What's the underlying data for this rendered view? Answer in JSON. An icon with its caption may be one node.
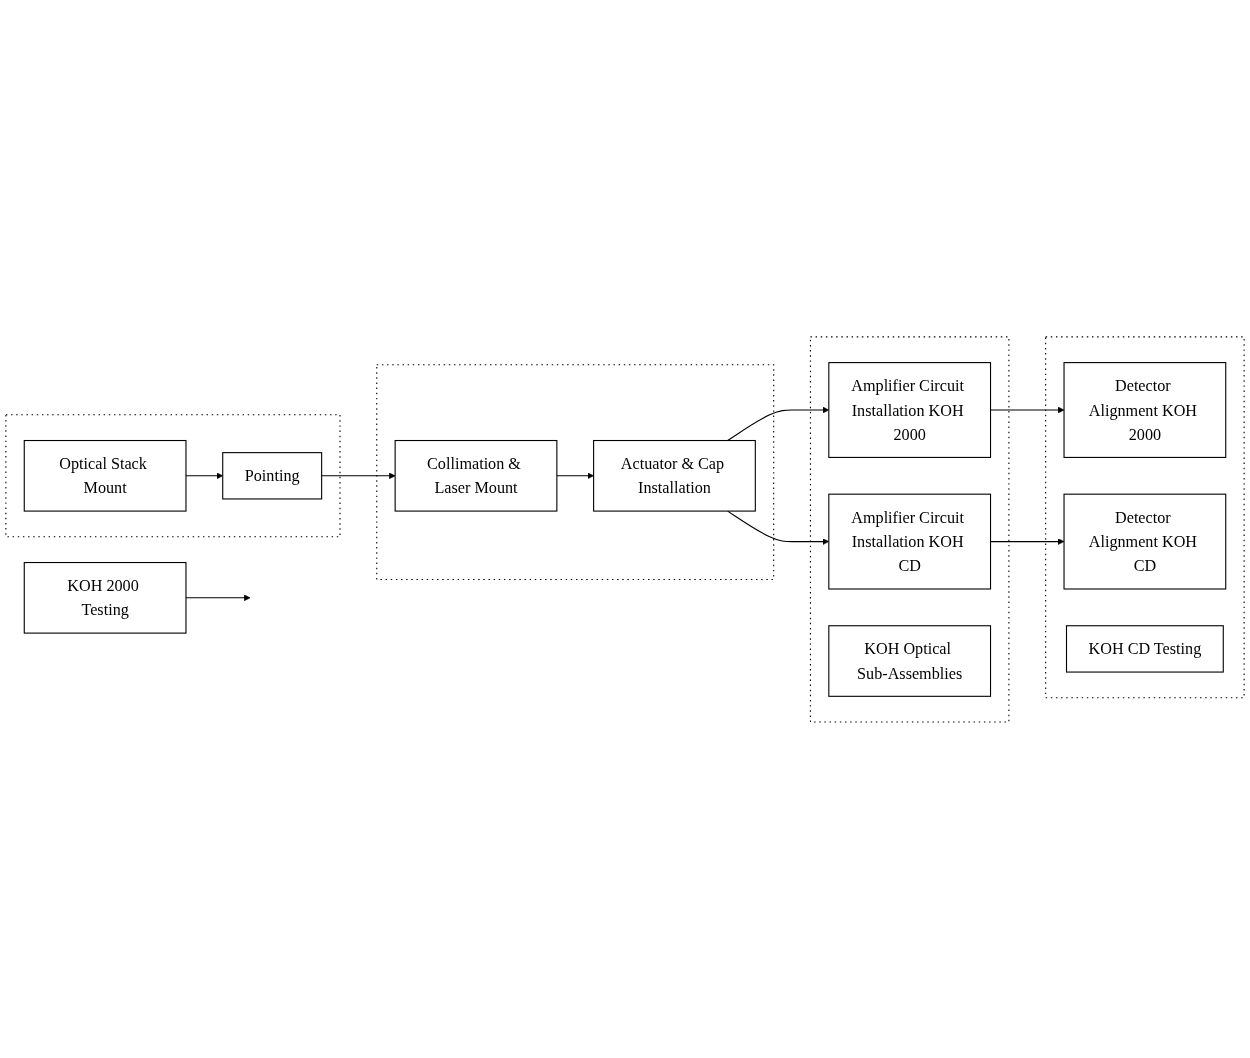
{
  "diagram": {
    "nodes": [
      {
        "text": [],
        "shape": "box"
      },
      {
        "text": [
          "Actuator & Cap Installation"
        ],
        "in": 0
      },
      {
        "text": [
          "Collimation & Laser Mount"
        ],
        "in": 0
      },
      {
        "text": [],
        "shape": "box"
      },
      {
        "text": [
          "Amplifier Circuit Installation KOH 2000"
        ],
        "in": 3
      },
      {
        "text": [
          "Amplifier Circuit Installation KOH CD"
        ],
        "in": 3
      },
      {
        "text": [
          "KOH Optical Sub-Assemblies"
        ],
        "in": 3
      },
      {
        "text": [],
        "shape": "box"
      },
      {
        "text": [
          "Detector Alignment KOH 2000"
        ],
        "in": 7
      },
      {
        "text": [
          "Detector Alignment KOH CD"
        ],
        "in": 7
      },
      {
        "text": [
          "KOH CD Testing"
        ],
        "in": 7
      },
      {
        "text": [],
        "shape": "box"
      },
      {
        "text": [
          "Pointing"
        ],
        "in": 11
      },
      {
        "text": [
          "Optical Stack Mount"
        ],
        "in": 11
      },
      {
        "text": [
          "KOH 2000 Testing"
        ]
      }
    ],
    "edges": [
      {
        "from": 2,
        "to": 1,
        "arrow": "to"
      },
      {
        "from": 1,
        "to": 4,
        "arrow": "to"
      },
      {
        "from": 1,
        "to": 5,
        "arrow": "to"
      },
      {
        "from": 4,
        "to": 8,
        "arrow": "to"
      },
      {
        "from": 5,
        "to": 9,
        "arrow": "to"
      },
      {
        "from": 13,
        "to": 12,
        "arrow": "to"
      },
      {
        "from": 12,
        "to": 2,
        "arrow": "to"
      },
      {
        "from": 14,
        "to": null,
        "arrow": "to"
      }
    ]
  }
}
